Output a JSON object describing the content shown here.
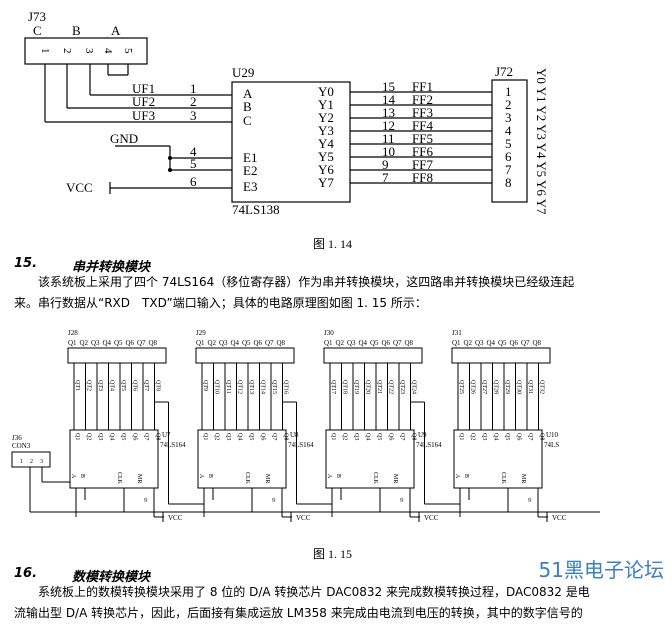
{
  "fig14": {
    "j73": {
      "ref": "J73",
      "letters": [
        "C",
        "B",
        "A"
      ],
      "pins": [
        "1",
        "2",
        "3",
        "4",
        "5"
      ]
    },
    "u29": {
      "ref": "U29",
      "part": "74LS138",
      "inputs": [
        "A",
        "B",
        "C",
        "E1",
        "E2",
        "E3"
      ],
      "outputs": [
        "Y0",
        "Y1",
        "Y2",
        "Y3",
        "Y4",
        "Y5",
        "Y6",
        "Y7"
      ],
      "in_pins": [
        "1",
        "2",
        "3",
        "4",
        "5",
        "6"
      ],
      "out_pins": [
        "15",
        "14",
        "13",
        "12",
        "11",
        "10",
        "9",
        "7"
      ]
    },
    "nets_in": [
      "UF1",
      "UF2",
      "UF3"
    ],
    "nets_out": [
      "FF1",
      "FF2",
      "FF3",
      "FF4",
      "FF5",
      "FF6",
      "FF7",
      "FF8"
    ],
    "gnd": "GND",
    "vcc": "VCC",
    "j72": {
      "ref": "J72",
      "pins": [
        "1",
        "2",
        "3",
        "4",
        "5",
        "6",
        "7",
        "8"
      ],
      "side_label": "Y0 Y1 Y2 Y3 Y4 Y5 Y6 Y7"
    }
  },
  "captions": {
    "fig14": "图 1. 14",
    "fig15": "图 1. 15"
  },
  "section15": {
    "num": "15.",
    "title": "串并转换模块",
    "line1": "该系统板上采用了四个 74LS164（移位寄存器）作为串并转换模块，这四路串并转换模块已经级连起",
    "line2": "来。串行数据从“RXD　TXD”端口输入；具体的电路原理图如图 1. 15 所示："
  },
  "fig15": {
    "q_labels": [
      "Q1",
      "Q2",
      "Q3",
      "Q4",
      "Q5",
      "Q6",
      "Q7",
      "Q8"
    ],
    "headers": [
      "J28",
      "J29",
      "J30",
      "J31"
    ],
    "chips": [
      {
        "ref": "U7",
        "part": "74LS164",
        "nets": [
          "QT1",
          "QT2",
          "QT3",
          "QT4",
          "QT5",
          "QT6",
          "QT7",
          "QT8"
        ]
      },
      {
        "ref": "U8",
        "part": "74LS164",
        "nets": [
          "QT9",
          "QT10",
          "QT11",
          "QT12",
          "QT13",
          "QT14",
          "QT15",
          "QT16"
        ]
      },
      {
        "ref": "U9",
        "part": "74LS164",
        "nets": [
          "QT17",
          "QT18",
          "QT19",
          "QT20",
          "QT21",
          "QT22",
          "QT23",
          "QT24"
        ]
      },
      {
        "ref": "U10",
        "part": "74LS",
        "nets": [
          "QT25",
          "QT26",
          "QT27",
          "QT28",
          "QT29",
          "QT30",
          "QT31",
          "QT32"
        ]
      }
    ],
    "chip_pins": {
      "a": "A",
      "b": "B",
      "clk": "CLK",
      "mr": "MR",
      "gnd": "7",
      "vcc_pin": "14",
      "mr_pin": "9"
    },
    "con": {
      "ref": "J36",
      "part": "CON3",
      "pins": [
        "1",
        "2",
        "3"
      ]
    },
    "vcc": "VCC"
  },
  "section16": {
    "num": "16.",
    "title": "数模转换模块",
    "line1": "系统板上的数模转换模块采用了 8 位的 D/A 转换芯片 DAC0832 来完成数模转换过程，DAC0832 是电",
    "line2": "流输出型 D/A 转换芯片，因此，后面接有集成运放 LM358 来完成由电流到电压的转换，其中的数字信号的"
  },
  "watermark": "51黑电子论坛"
}
